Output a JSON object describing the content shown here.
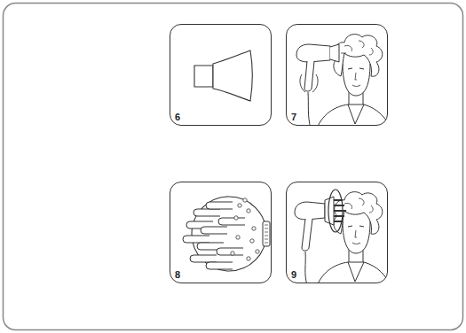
{
  "diagram": {
    "nodes": [
      {
        "text": [
          "6"
        ]
      },
      {
        "text": [
          "7"
        ]
      },
      {
        "text": [
          "8"
        ]
      },
      {
        "text": [
          "9"
        ]
      }
    ]
  }
}
